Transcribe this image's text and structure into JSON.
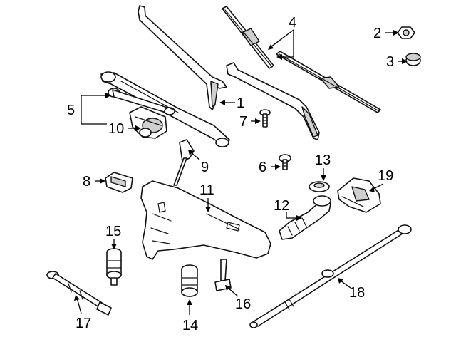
{
  "callouts": {
    "c1": "1",
    "c2": "2",
    "c3": "3",
    "c4": "4",
    "c5": "5",
    "c6": "6",
    "c7": "7",
    "c8": "8",
    "c9": "9",
    "c10": "10",
    "c11": "11",
    "c12": "12",
    "c13": "13",
    "c14": "14",
    "c15": "15",
    "c16": "16",
    "c17": "17",
    "c18": "18",
    "c19": "19"
  },
  "colors": {
    "line": "#111111",
    "fill": "#ffffff",
    "shade": "#cfcfcf"
  }
}
